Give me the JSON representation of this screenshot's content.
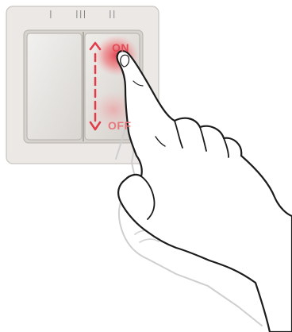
{
  "switch": {
    "position_marks": [
      "I",
      "III",
      "II"
    ],
    "on_label": "ON",
    "off_label": "OFF"
  },
  "colors": {
    "plate": "#ece9e6",
    "accent": "#e23b4a",
    "hand_outline": "#1a1a1a",
    "ghost_hand": "#cfcfcf"
  }
}
